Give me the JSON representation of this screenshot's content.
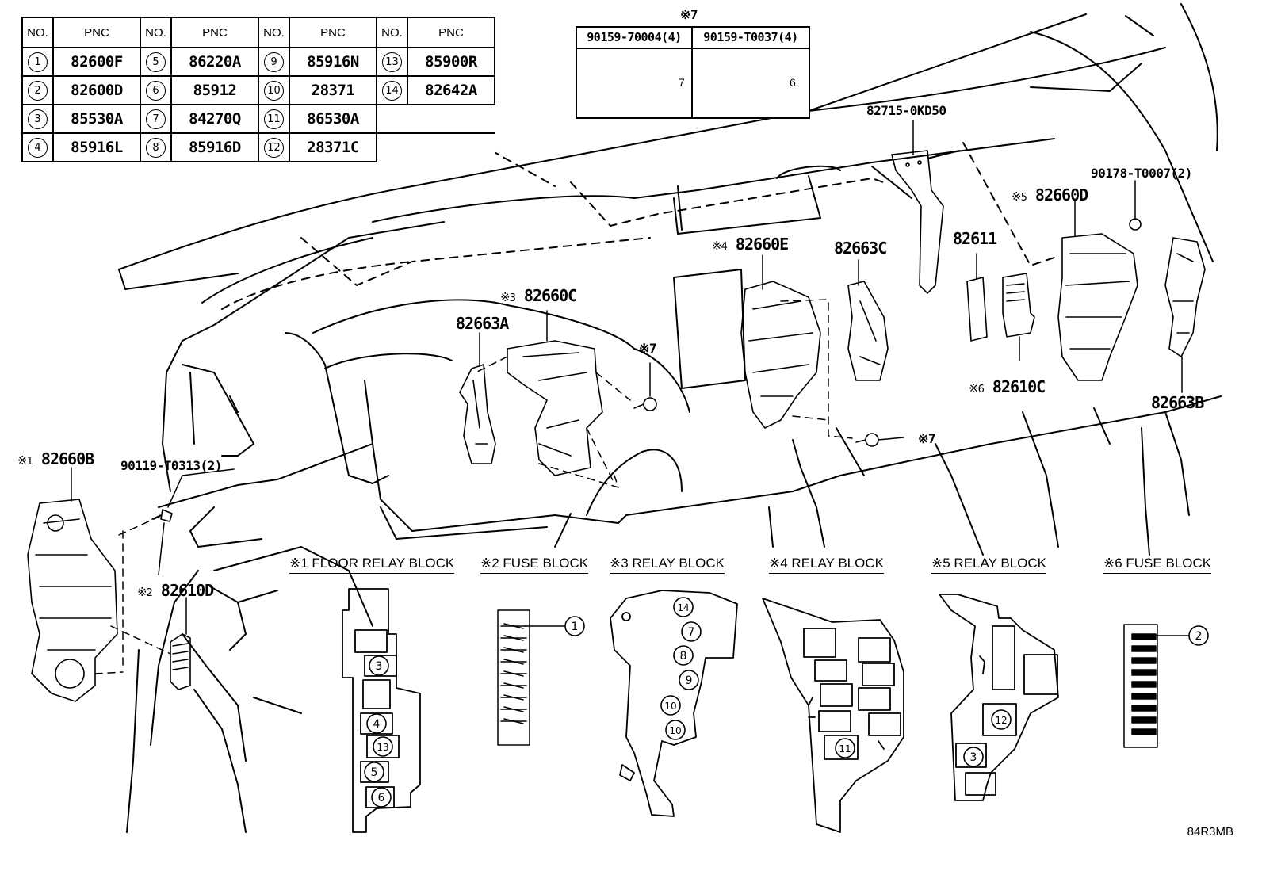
{
  "table": {
    "header_no": "NO.",
    "header_pnc": "PNC",
    "rows": [
      [
        {
          "no": "1",
          "pnc": "82600F"
        },
        {
          "no": "5",
          "pnc": "86220A"
        },
        {
          "no": "9",
          "pnc": "85916N"
        },
        {
          "no": "13",
          "pnc": "85900R"
        }
      ],
      [
        {
          "no": "2",
          "pnc": "82600D"
        },
        {
          "no": "6",
          "pnc": "85912"
        },
        {
          "no": "10",
          "pnc": "28371"
        },
        {
          "no": "14",
          "pnc": "82642A"
        }
      ],
      [
        {
          "no": "3",
          "pnc": "85530A"
        },
        {
          "no": "7",
          "pnc": "84270Q"
        },
        {
          "no": "11",
          "pnc": "86530A"
        }
      ],
      [
        {
          "no": "4",
          "pnc": "85916L"
        },
        {
          "no": "8",
          "pnc": "85916D"
        },
        {
          "no": "12",
          "pnc": "28371C"
        }
      ]
    ]
  },
  "bolts": {
    "mark": "※7",
    "left_part": "90159-70004(4)",
    "right_part": "90159-T0037(4)",
    "left_dim": "7",
    "right_dim": "6"
  },
  "mark_symbol": "※",
  "part_labels": {
    "p82715": "82715-0KD50",
    "p90178": "90178-T0007(2)",
    "p82660D": "82660D",
    "p82660D_mark": "5",
    "p82611": "82611",
    "p82660E": "82660E",
    "p82660E_mark": "4",
    "p82663C": "82663C",
    "p82660C": "82660C",
    "p82660C_mark": "3",
    "p82663A": "82663A",
    "p82610C": "82610C",
    "p82610C_mark": "6",
    "p82663B": "82663B",
    "p82660B": "82660B",
    "p82660B_mark": "1",
    "p90119": "90119-T0313(2)",
    "p82610D": "82610D",
    "p82610D_mark": "2",
    "mark7": "※7"
  },
  "blocks": {
    "b1": "※1 FLOOR RELAY BLOCK",
    "b2": "※2 FUSE BLOCK",
    "b3": "※3 RELAY BLOCK",
    "b4": "※4 RELAY BLOCK",
    "b5": "※5 RELAY BLOCK",
    "b6": "※6 FUSE BLOCK"
  },
  "callouts": {
    "floor": [
      "3",
      "4",
      "13",
      "5",
      "6"
    ],
    "fuse2": "1",
    "relay3": [
      "14",
      "7",
      "8",
      "9",
      "10",
      "10"
    ],
    "relay4": "11",
    "relay5": [
      "12",
      "3"
    ],
    "fuse6": "2"
  },
  "diagram_code": "84R3MB"
}
